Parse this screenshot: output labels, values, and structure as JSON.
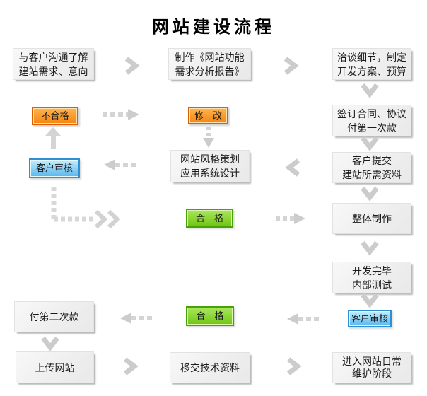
{
  "title": "网站建设流程",
  "colors": {
    "arrow_gray": "#cccccc",
    "node_gray_bg": "#f1f1f1",
    "node_orange": "#f58410",
    "node_green": "#72c716",
    "node_blue": "#64bdef",
    "text": "#1c1c1c"
  },
  "nodes": {
    "communicate": {
      "line1": "与客户沟通了解",
      "line2": "建站需求、意向"
    },
    "report": {
      "line1": "制作《网站功能",
      "line2": "需求分析报告》"
    },
    "negotiate": {
      "line1": "洽谈细节，制定",
      "line2": "开发方案、预算"
    },
    "sign_contract": {
      "line1": "签订合同、协议",
      "line2": "付第一次款"
    },
    "client_submit": {
      "line1": "客户提交",
      "line2": "建站所需资料"
    },
    "production": {
      "line1": "整体制作"
    },
    "dev_test": {
      "line1": "开发完毕",
      "line2": "内部测试"
    },
    "client_review_right": {
      "line1": "客户审核"
    },
    "fail": {
      "line1": "不合格"
    },
    "modify": {
      "line1": "修　改"
    },
    "design": {
      "line1": "网站风格策划",
      "line2": "应用系统设计"
    },
    "pass_mid": {
      "line1": "合　格"
    },
    "client_review_left": {
      "line1": "客户审核"
    },
    "pass_bottom": {
      "line1": "合　格"
    },
    "pay_second": {
      "line1": "付第二次款"
    },
    "upload_site": {
      "line1": "上传网站"
    },
    "handover_docs": {
      "line1": "移交技术资料"
    },
    "maintenance": {
      "line1": "进入网站日常",
      "line2": "维护阶段"
    }
  }
}
